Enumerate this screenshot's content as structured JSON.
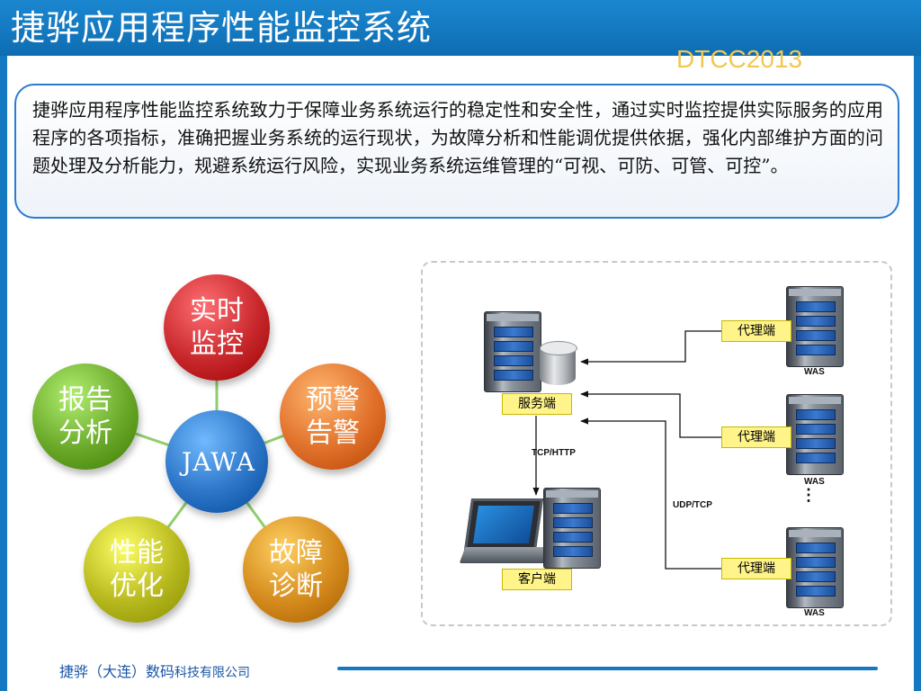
{
  "header": {
    "title": "捷骅应用程序性能监控系统",
    "watermark": "DTCC2013",
    "colors": {
      "header_blue": "#1479c0",
      "watermark": "#f0c850"
    }
  },
  "intro": {
    "text": "捷骅应用程序性能监控系统致力于保障业务系统运行的稳定性和安全性，通过实时监控提供实际服务的应用程序的各项指标，准确把握业务系统的运行现状，为故障分析和性能调优提供依据，强化内部维护方面的问题处理及分析能力，规避系统运行风险，实现业务系统运维管理的“可视、可防、可管、可控”。"
  },
  "hub": {
    "center": {
      "label": "JAWA",
      "color": "#2b74c6"
    },
    "nodes": [
      {
        "id": "realtime-monitoring",
        "label": "实时\n监控",
        "color": "#c8282c"
      },
      {
        "id": "warning-alert",
        "label": "预警\n告警",
        "color": "#e0702a"
      },
      {
        "id": "fault-diagnosis",
        "label": "故障\n诊断",
        "color": "#d48a1c"
      },
      {
        "id": "performance-optimization",
        "label": "性能\n优化",
        "color": "#b6b81e"
      },
      {
        "id": "report-analysis",
        "label": "报告\n分析",
        "color": "#6aa82a"
      }
    ],
    "connector_color": "#8fce6a"
  },
  "network": {
    "nodes": {
      "service": {
        "label": "服务端"
      },
      "client": {
        "label": "客户端"
      },
      "agent1": {
        "label": "代理端",
        "caption": "WAS"
      },
      "agent2": {
        "label": "代理端",
        "caption": "WAS"
      },
      "agent3": {
        "label": "代理端",
        "caption": "WAS"
      }
    },
    "edges": [
      {
        "from": "service",
        "to": "client",
        "label": "TCP/HTTP"
      },
      {
        "from": "agent1",
        "to": "service",
        "label": ""
      },
      {
        "from": "agent2",
        "to": "service",
        "label": ""
      },
      {
        "from": "agent3",
        "to": "service",
        "label": "UDP/TCP"
      }
    ],
    "ellipsis": "⋮",
    "tag_color": "#fff48a"
  },
  "footer": {
    "company_prefix": "捷骅（大连）数码",
    "company_suffix": "科技有限公司"
  }
}
